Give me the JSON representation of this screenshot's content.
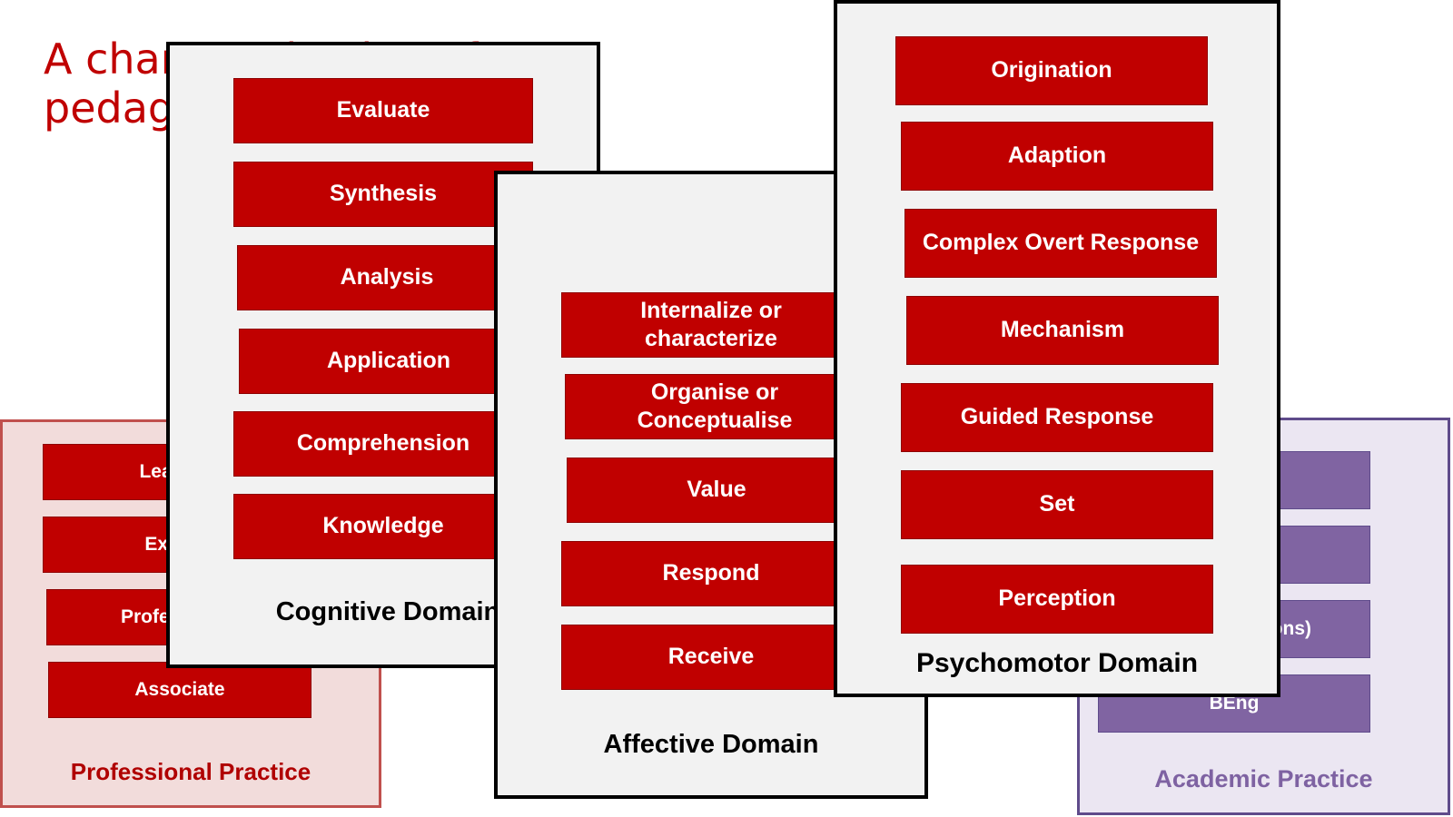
{
  "title": "A characterisation of\npedagogies",
  "professional": {
    "label": "Professional Practice",
    "items": [
      "Learner",
      "Expert",
      "Professional",
      "Associate"
    ]
  },
  "academic": {
    "label": "Academic Practice",
    "items": [
      "",
      "",
      "ons)",
      "BEng"
    ]
  },
  "cognitive": {
    "label": "Cognitive Domain",
    "items": [
      "Evaluate",
      "Synthesis",
      "Analysis",
      "Application",
      "Comprehension",
      "Knowledge"
    ]
  },
  "affective": {
    "label": "Affective Domain",
    "items": [
      "Internalize or\ncharacterize",
      "Organise or\nConceptualise",
      "Value",
      "Respond",
      "Receive"
    ]
  },
  "psychomotor": {
    "label": "Psychomotor Domain",
    "items": [
      "Origination",
      "Adaption",
      "Complex Overt Response",
      "Mechanism",
      "Guided Response",
      "Set",
      "Perception"
    ]
  },
  "colors": {
    "title_red": "#c00000",
    "box_red": "#c00000",
    "professional_fill": "#f2dcdb",
    "professional_border": "#c0504d",
    "academic_fill": "#ebe6f2",
    "academic_box": "#8064a2",
    "card_fill": "#f2f2f2"
  }
}
